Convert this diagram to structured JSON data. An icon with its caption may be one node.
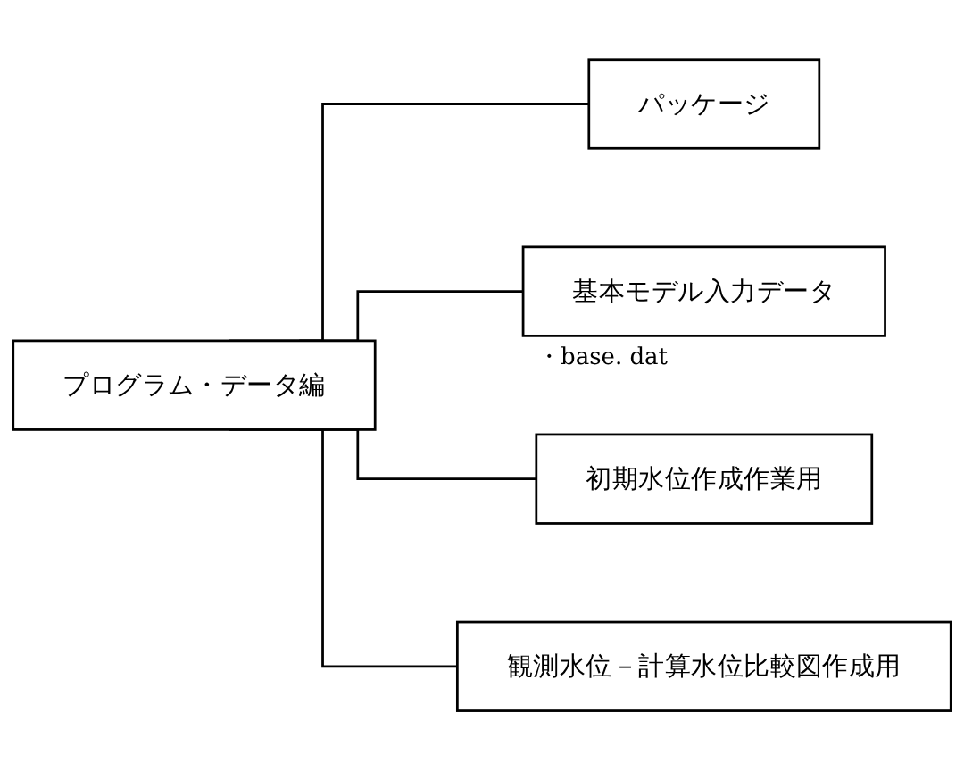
{
  "diagram": {
    "nodes": [
      {
        "text": [
          "プログラム・データ編"
        ]
      },
      {
        "text": [
          "パッケージ"
        ]
      },
      {
        "text": [
          "基本モデル入力データ"
        ],
        "beside": [
          "・base. dat"
        ]
      },
      {
        "text": [
          "初期水位作成作業用"
        ]
      },
      {
        "text": [
          "観測水位－計算水位比較図作成用"
        ]
      }
    ],
    "edges": [
      {
        "from": 0,
        "to": 1,
        "arrow": "none"
      },
      {
        "from": 0,
        "to": 2,
        "arrow": "none"
      },
      {
        "from": 0,
        "to": 3,
        "arrow": "none"
      },
      {
        "from": 0,
        "to": 4,
        "arrow": "none"
      }
    ]
  }
}
